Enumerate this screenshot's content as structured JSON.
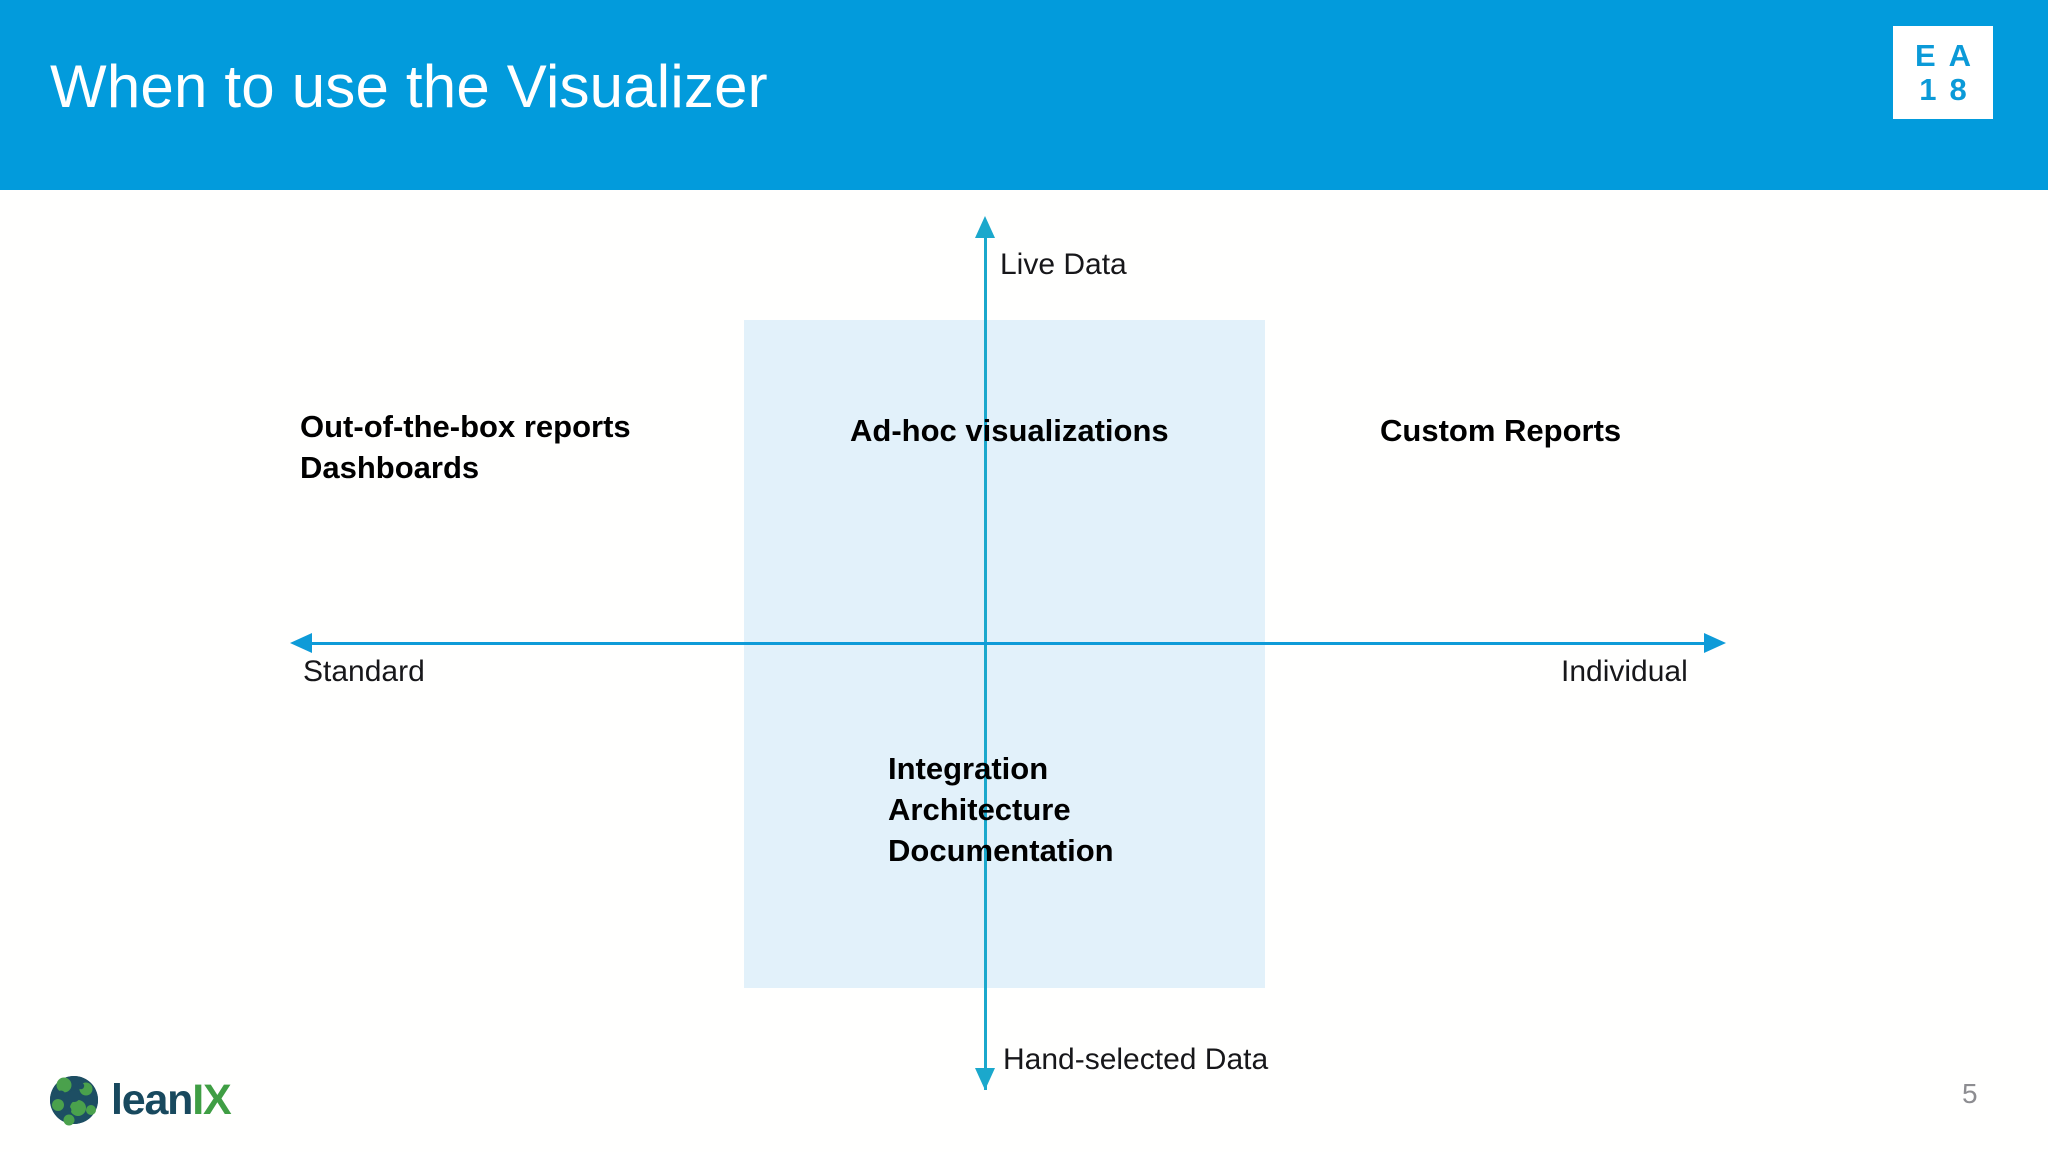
{
  "header": {
    "title": "When to use the Visualizer",
    "background_color": "#029BDC",
    "title_color": "#FFFFFF",
    "event_logo": {
      "name": "ea18-logo",
      "line1_left": "E",
      "line1_right": "A",
      "line2_left": "1",
      "line2_right": "8",
      "text_color": "#0B9AD8",
      "background_color": "#FFFFFF"
    }
  },
  "chart_data": {
    "type": "scatter",
    "title": "When to use the Visualizer",
    "variant": "2x2-quadrant-positioning-matrix",
    "xlabel": "",
    "ylabel": "",
    "grid": false,
    "legend": false,
    "axes": {
      "x": {
        "left_label": "Standard",
        "right_label": "Individual",
        "color": "#0E9BD8",
        "arrows": "both"
      },
      "y": {
        "top_label": "Live Data",
        "bottom_label": "Hand-selected Data",
        "color": "#1BA8CC",
        "arrows": "both"
      }
    },
    "highlight_band": {
      "label": "visualizer-sweet-spot",
      "color": "#E2F1FA",
      "orientation": "vertical",
      "spans_center_column": true
    },
    "items": [
      {
        "label": "Out-of-the-box reports\nDashboards",
        "lines": [
          "Out-of-the-box reports",
          "Dashboards"
        ],
        "quadrant": "upper-left",
        "x": "standard",
        "y": "live-data",
        "in_highlight_band": false
      },
      {
        "label": "Ad-hoc visualizations",
        "lines": [
          "Ad-hoc visualizations"
        ],
        "quadrant": "upper-center",
        "x": "mid",
        "y": "live-data",
        "in_highlight_band": true
      },
      {
        "label": "Custom Reports",
        "lines": [
          "Custom Reports"
        ],
        "quadrant": "upper-right",
        "x": "individual",
        "y": "live-data",
        "in_highlight_band": false
      },
      {
        "label": "Integration Architecture Documentation",
        "lines": [
          "Integration",
          "Architecture",
          "Documentation"
        ],
        "quadrant": "lower-center",
        "x": "mid",
        "y": "hand-selected-data",
        "in_highlight_band": true
      }
    ]
  },
  "footer": {
    "brand": {
      "name": "leanix-logo",
      "word_part_1": "lean",
      "word_part_2": "IX",
      "color_part_1": "#18495E",
      "color_part_2": "#3F9E44"
    },
    "page_number": "5"
  }
}
